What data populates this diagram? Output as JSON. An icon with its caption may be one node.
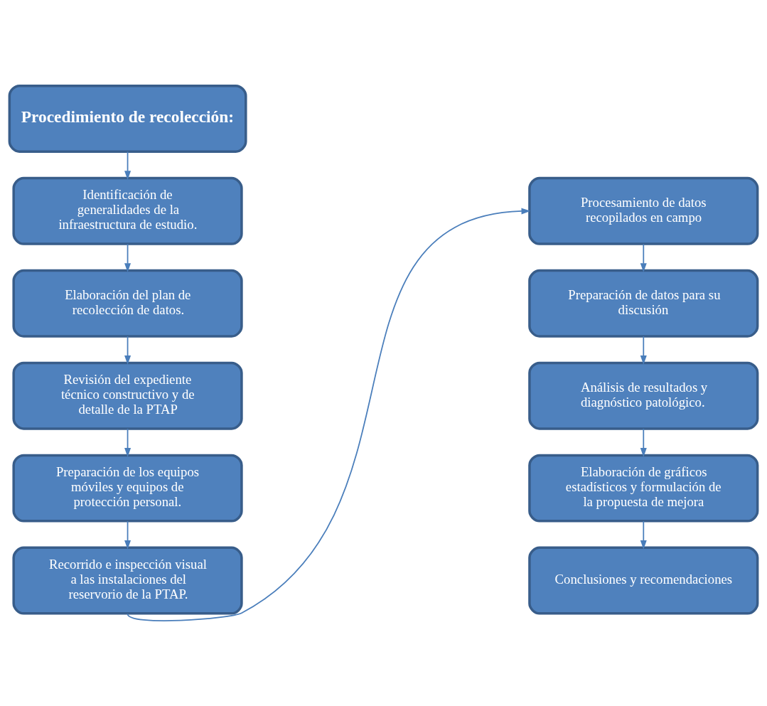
{
  "diagram": {
    "nodes": [
      {
        "text": [
          "Procedimiento de recolección:"
        ]
      },
      {
        "text": [
          "Identificación de generalidades de la infraestructura de estudio."
        ]
      },
      {
        "text": [
          "Elaboración del plan de recolección de datos."
        ]
      },
      {
        "text": [
          "Revisión del expediente técnico constructivo y de detalle de la PTAP"
        ]
      },
      {
        "text": [
          "Preparación de los equipos móviles y equipos de protección personal."
        ]
      },
      {
        "text": [
          "Recorrido e inspección visual a las instalaciones del reservorio de la PTAP."
        ]
      },
      {
        "text": [
          "Procesamiento de datos recopilados en campo"
        ]
      },
      {
        "text": [
          "Preparación de datos para su discusión"
        ]
      },
      {
        "text": [
          "Análisis de resultados y diagnóstico patológico."
        ]
      },
      {
        "text": [
          "Elaboración de gráficos estadísticos y formulación de la propuesta de mejora"
        ]
      },
      {
        "text": [
          "Conclusiones y recomendaciones"
        ]
      }
    ],
    "edges": [
      {
        "from": 0,
        "to": 1,
        "arrow": "to"
      },
      {
        "from": 1,
        "to": 2,
        "arrow": "to"
      },
      {
        "from": 2,
        "to": 3,
        "arrow": "to"
      },
      {
        "from": 3,
        "to": 4,
        "arrow": "to"
      },
      {
        "from": 4,
        "to": 5,
        "arrow": "to"
      },
      {
        "from": 5,
        "to": 6,
        "arrow": "to"
      },
      {
        "from": 6,
        "to": 7,
        "arrow": "to"
      },
      {
        "from": 7,
        "to": 8,
        "arrow": "to"
      },
      {
        "from": 8,
        "to": 9,
        "arrow": "to"
      },
      {
        "from": 9,
        "to": 10,
        "arrow": "to"
      }
    ]
  }
}
